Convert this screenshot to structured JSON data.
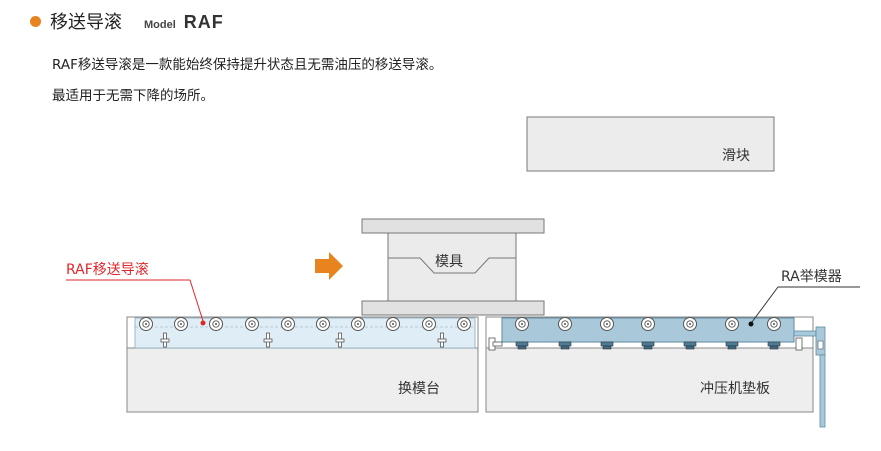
{
  "header": {
    "title": "移送导滚",
    "model_label": "Model",
    "model_code": "RAF"
  },
  "description": {
    "line1": "RAF移送导滚是一款能始终保持提升状态且无需油压的移送导滚。",
    "line2": "最适用于无需下降的场所。"
  },
  "diagram": {
    "slide_label": "滑块",
    "die_label": "模具",
    "raf_label": "RAF移送导滚",
    "ra_label": "RA举模器",
    "change_table_label": "换模台",
    "bolster_label": "冲压机垫板"
  },
  "colors": {
    "accent": "#e8841f",
    "callout_red": "#e0262b",
    "rail_blue": "#a9c9db"
  }
}
